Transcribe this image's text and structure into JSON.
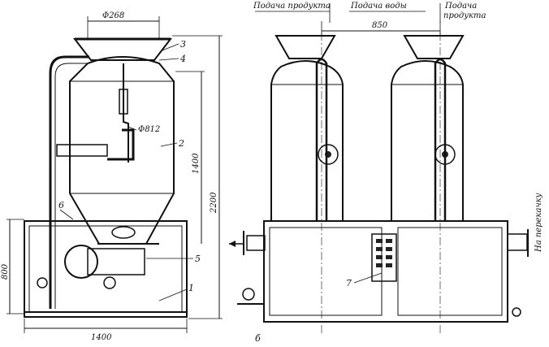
{
  "figure": {
    "view_b_caption": "б",
    "part_numbers": {
      "p1": "1",
      "p2": "2",
      "p3": "3",
      "p4": "4",
      "p5": "5",
      "p6": "6",
      "p7": "7"
    },
    "dimensions": {
      "top_diameter": "Φ268",
      "inner_diameter": "Φ812",
      "height_total": "2200",
      "height_tank": "1400",
      "width_base": "1400",
      "height_base": "800",
      "spacing": "850"
    },
    "labels": {
      "product_feed_left": "Подача продукта",
      "water_feed": "Подача воды",
      "product_feed_right_line1": "Подача",
      "product_feed_right_line2": "продукта",
      "to_pump": "На перекачку"
    }
  }
}
